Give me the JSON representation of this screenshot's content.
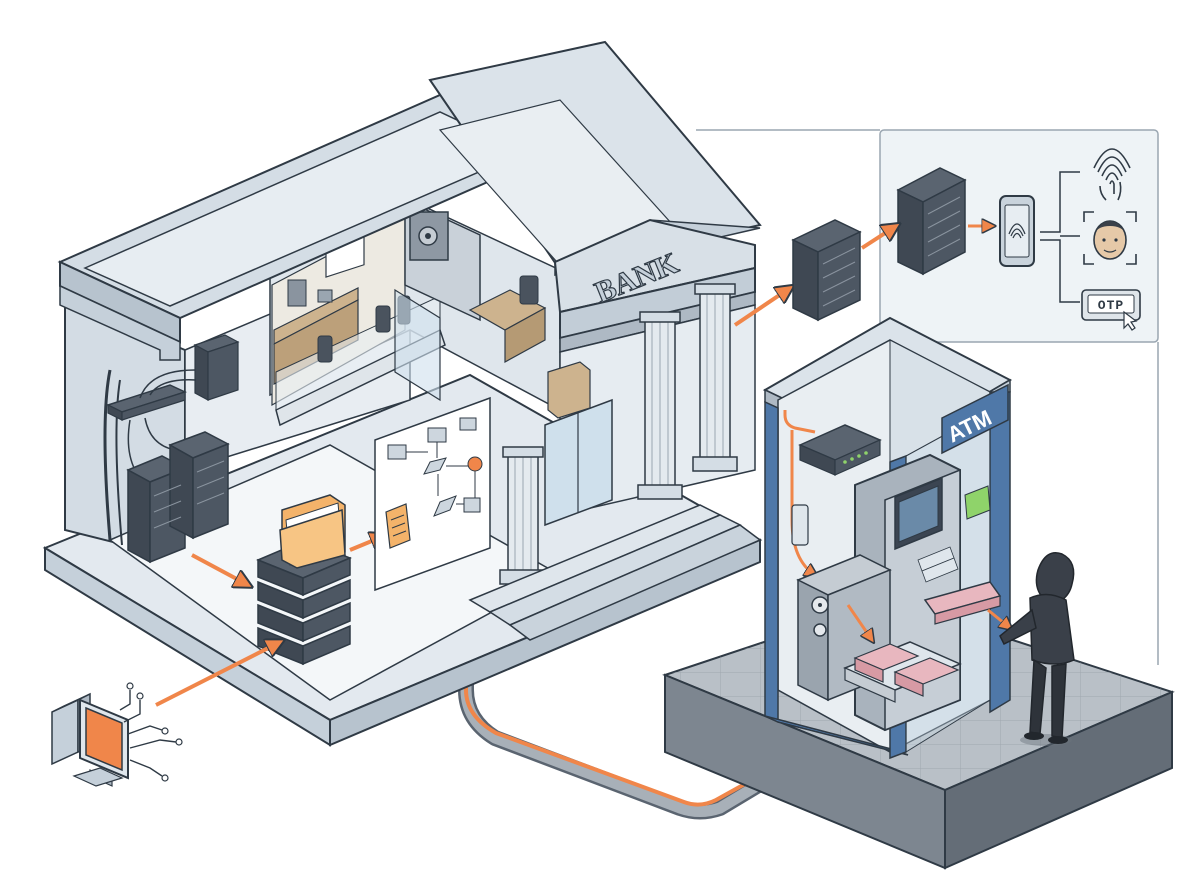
{
  "labels": {
    "bank_sign": "BANK",
    "atm_sign": "ATM",
    "otp_label": "OTP"
  },
  "colors": {
    "outline": "#2f3a45",
    "wall": "#e3e9ef",
    "wall_dark": "#c5d0da",
    "roof": "#d4dde5",
    "roof_dark": "#b7c3ce",
    "floor": "#f1f4f7",
    "accent_orange": "#f0864a",
    "server": "#3f4853",
    "atm_blue": "#4f78a8",
    "wood": "#cdb38e",
    "cash": "#e8b7bf",
    "person": "#3a4049",
    "platform": "#a9b0b8"
  },
  "icons": [
    "fingerprint-icon",
    "face-scan-icon",
    "otp-icon",
    "smartphone-fingerprint-icon",
    "hacker-computer-icon",
    "folder-icon",
    "document-icon",
    "flowchart-icon",
    "safe-icon",
    "server-rack-icon",
    "network-switch-icon",
    "cash-stack-icon",
    "person-hooded-icon"
  ]
}
